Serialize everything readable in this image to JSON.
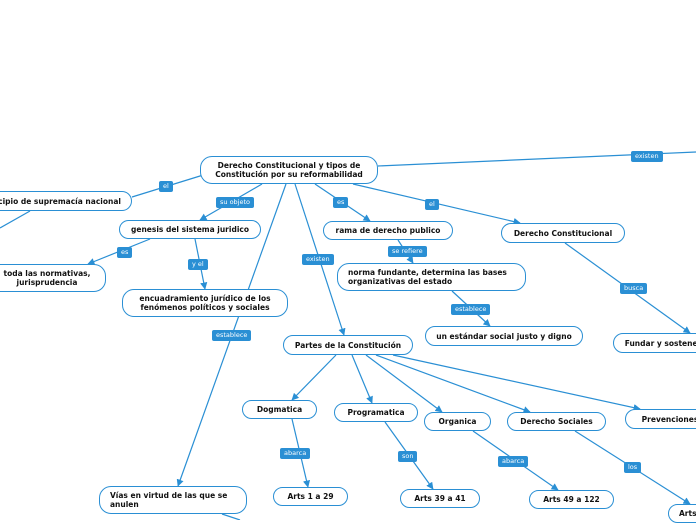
{
  "nodes": {
    "root": "Derecho Constitucional y tipos de\nConstitución por su reformabilidad",
    "supremacia": "Principio de supremacía nacional",
    "genesis": "genesis del sistema juridico",
    "rama": "rama de derecho publico",
    "derecho_constitucional": "Derecho Constitucional",
    "normativas": "toda las normativas,\njurisprudencia",
    "encuadramiento": "encuadramiento jurídico de los\nfenómenos políticos y sociales",
    "norma": "norma fundante, determina las bases\norganizativas del estado",
    "estandar": "un estándar social justo y digno",
    "fundar": "Fundar y sostener",
    "partes": "Partes de la Constitución",
    "dogmatica": "Dogmatica",
    "programatica": "Programatica",
    "organica": "Organica",
    "derecho_sociales": "Derecho Sociales",
    "prevenciones": "Prevenciones",
    "arts_1_29": "Arts 1 a 29",
    "arts_39_41": "Arts 39 a 41",
    "arts_49_122": "Arts 49 a 122",
    "arts_cut": "Arts",
    "vias": "Vías en virtud de las que se\nanulen"
  },
  "tags": {
    "existen_top": "existen",
    "el_left": "el",
    "su_objeto": "su objeto",
    "es_mid": "es",
    "el_right": "el",
    "es_left": "es",
    "y_el": "y el",
    "existen_mid": "existen",
    "se_refiere": "se refiere",
    "establece_norma": "establece",
    "busca": "busca",
    "establece_enc": "establece",
    "abarca_dog": "abarca",
    "son": "son",
    "abarca_org": "abarca",
    "los": "los"
  },
  "colors": {
    "accent": "#2a8fd4",
    "node_border": "#2a8fd4",
    "text": "#111111"
  }
}
